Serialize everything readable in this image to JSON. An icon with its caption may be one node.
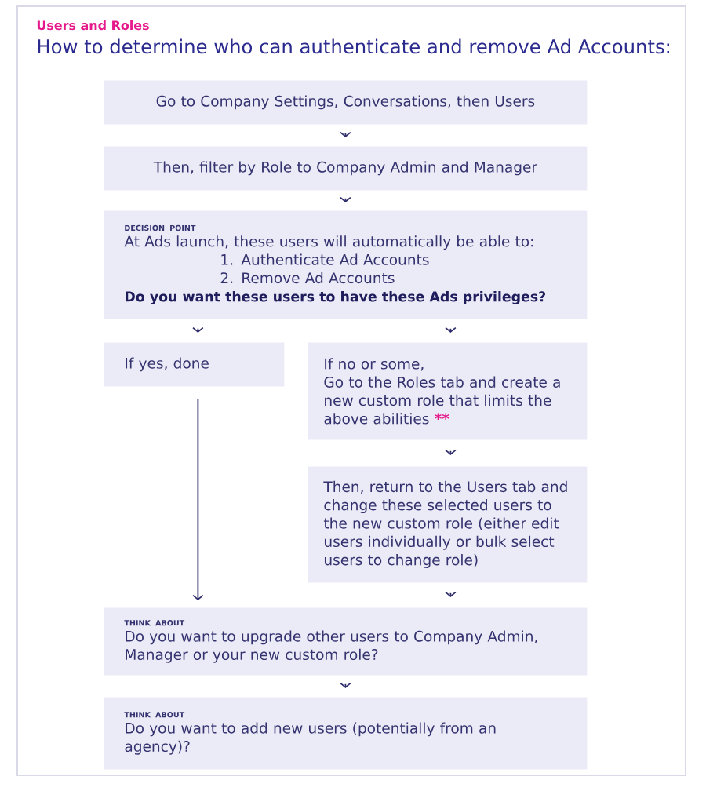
{
  "diagram": {
    "title": "How to determine who can authenticate and remove Ad Accounts:",
    "labels": [
      "Users and Roles"
    ],
    "nodes": [
      {
        "text": [
          "Go to Company Settings, Conversations, then Users"
        ]
      },
      {
        "text": [
          "Then, filter by Role to Company Admin and Manager"
        ]
      },
      {
        "text": [
          "DECISION POINT",
          "At Ads launch, these users will automatically be able to:",
          "1. Authenticate Ad Accounts",
          "2. Remove Ad Accounts",
          "Do you want these users to have these Ads privileges?"
        ]
      },
      {
        "text": [
          "If yes, done"
        ]
      },
      {
        "text": [
          "If no or some,",
          "Go to the Roles tab and create a new custom role that limits the above abilities",
          "**"
        ]
      },
      {
        "text": [
          "Then, return to the Users tab and change these selected users to the new custom role (either edit users individually or bulk select users to change role)"
        ]
      },
      {
        "text": [
          "THINK ABOUT",
          "Do you want to upgrade other users to Company Admin, Manager or your new custom role?"
        ]
      },
      {
        "text": [
          "THINK ABOUT",
          "Do you want to add new users (potentially from an agency)?"
        ]
      }
    ],
    "edges": [
      {
        "from": 0,
        "to": 1,
        "arrow": "to"
      },
      {
        "from": 1,
        "to": 2,
        "arrow": "to"
      },
      {
        "from": 2,
        "to": 3,
        "arrow": "to"
      },
      {
        "from": 2,
        "to": 4,
        "arrow": "to"
      },
      {
        "from": 4,
        "to": 5,
        "arrow": "to"
      },
      {
        "from": 3,
        "to": 6,
        "arrow": "to"
      },
      {
        "from": 5,
        "to": 6,
        "arrow": "to"
      },
      {
        "from": 6,
        "to": 7,
        "arrow": "to"
      }
    ]
  }
}
